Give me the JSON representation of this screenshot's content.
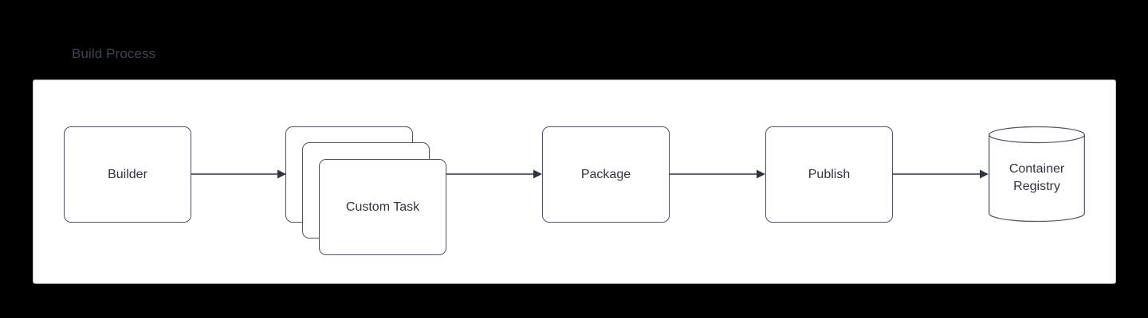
{
  "diagram": {
    "title": "Build Process",
    "title_color": "#3d4554",
    "background_color": "#000000",
    "container": {
      "background_color": "#ffffff",
      "border_color": "#b9bfc9"
    },
    "node_stroke_color": "#4c535f",
    "node_text_color": "#2e3440",
    "connector_color": "#2e3440",
    "nodes": [
      {
        "id": "builder",
        "label": "Builder",
        "shape": "rounded-rectangle"
      },
      {
        "id": "custom-task",
        "label": "Custom Task",
        "shape": "stacked-rounded-rectangle",
        "stack_count": 3
      },
      {
        "id": "package",
        "label": "Package",
        "shape": "rounded-rectangle"
      },
      {
        "id": "publish",
        "label": "Publish",
        "shape": "rounded-rectangle"
      },
      {
        "id": "container-registry",
        "label_line1": "Container",
        "label_line2": "Registry",
        "shape": "cylinder"
      }
    ],
    "connectors": [
      {
        "from": "builder",
        "to": "custom-task",
        "style": "arrow"
      },
      {
        "from": "custom-task",
        "to": "package",
        "style": "arrow"
      },
      {
        "from": "package",
        "to": "publish",
        "style": "arrow"
      },
      {
        "from": "publish",
        "to": "container-registry",
        "style": "arrow"
      }
    ]
  }
}
